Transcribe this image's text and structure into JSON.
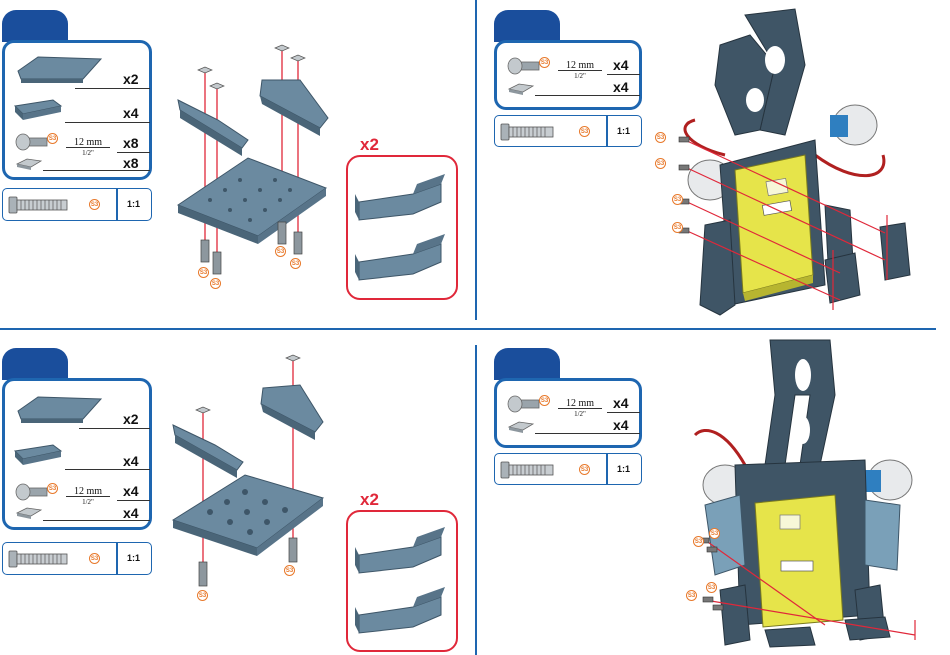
{
  "colors": {
    "accent": "#1e66b0",
    "tab": "#1a4e9c",
    "highlight": "#e0283a",
    "part": "#5a7a90",
    "yellow": "#e6e44a",
    "badge": "#e8792b"
  },
  "steps": [
    {
      "parts": [
        {
          "icon": "base-plate-icon",
          "qty": "x2"
        },
        {
          "icon": "bracket-icon",
          "qty": "x4"
        },
        {
          "icon": "screw-icon",
          "length": "12 mm",
          "inch": "1/2\"",
          "qty": "x8"
        },
        {
          "icon": "nut-icon",
          "qty": "x8"
        }
      ],
      "scale": {
        "ratio": "1:1",
        "badge": "S3"
      },
      "multiplier": "x2"
    },
    {
      "parts": [
        {
          "icon": "screw-icon",
          "length": "12 mm",
          "inch": "1/2\"",
          "qty": "x4"
        },
        {
          "icon": "nut-icon",
          "qty": "x4"
        }
      ],
      "scale": {
        "ratio": "1:1",
        "badge": "S3"
      }
    },
    {
      "parts": [
        {
          "icon": "base-plate-icon",
          "qty": "x2"
        },
        {
          "icon": "bracket-icon",
          "qty": "x4"
        },
        {
          "icon": "screw-icon",
          "length": "12 mm",
          "inch": "1/2\"",
          "qty": "x4"
        },
        {
          "icon": "nut-icon",
          "qty": "x4"
        }
      ],
      "scale": {
        "ratio": "1:1",
        "badge": "S3"
      },
      "multiplier": "x2"
    },
    {
      "parts": [
        {
          "icon": "screw-icon",
          "length": "12 mm",
          "inch": "1/2\"",
          "qty": "x4"
        },
        {
          "icon": "nut-icon",
          "qty": "x4"
        }
      ],
      "scale": {
        "ratio": "1:1",
        "badge": "S3"
      }
    }
  ],
  "badge_label": "S3"
}
